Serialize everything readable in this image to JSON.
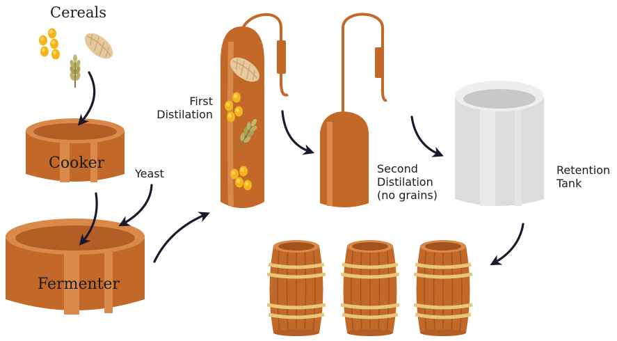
{
  "labels": {
    "cereals": "Cereals",
    "cooker": "Cooker",
    "yeast": "Yeast",
    "fermenter": "Fermenter",
    "first_distillation": [
      "First",
      "Distilation"
    ],
    "second_distillation": [
      "Second",
      "Distilation",
      "(no grains)"
    ],
    "retention_tank": [
      "Retention",
      "Tank"
    ]
  },
  "icons": [
    "corn-icon",
    "wheat-icon",
    "barrel-icon",
    "arrow-icon"
  ],
  "colors": {
    "copper": "#c2692a",
    "copper_light": "#d9894a",
    "copper_dark": "#a4531c",
    "tank": "#dcdcdc",
    "corn": "#f2b51c",
    "wheat": "#e6c89c",
    "barrel_hoop": "#e8c77a",
    "arrow": "#1a1a2e"
  }
}
